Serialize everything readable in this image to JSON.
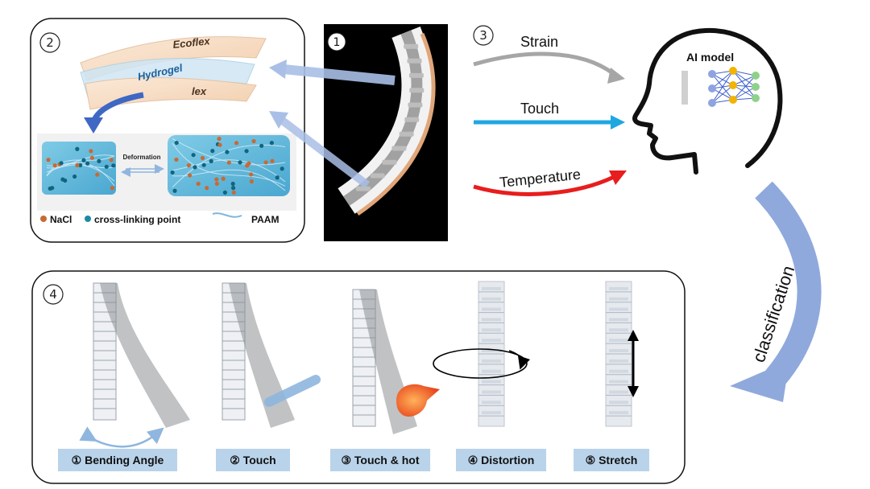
{
  "panel1": {
    "number": "1"
  },
  "panel2": {
    "number": "2",
    "layers": {
      "top": "Ecoflex",
      "middle": "Hydrogel",
      "bottom_fragment": "lex"
    },
    "deformation_label": "Deformation",
    "legend": {
      "nacl": "NaCl",
      "crosslink": "cross-linking point",
      "paam": "PAAM"
    }
  },
  "panel3": {
    "number": "3",
    "signals": [
      {
        "label": "Strain",
        "color": "#a6a6a6"
      },
      {
        "label": "Touch",
        "color": "#1ea7e1"
      },
      {
        "label": "Temperature",
        "color": "#e81d1d"
      }
    ],
    "ai_model": "AI model"
  },
  "classification_label": "classification",
  "panel4": {
    "number": "4",
    "modes": [
      {
        "label": "① Bending Angle"
      },
      {
        "label": "② Touch"
      },
      {
        "label": "③ Touch & hot"
      },
      {
        "label": "④ Distortion"
      },
      {
        "label": "⑤ Stretch"
      }
    ]
  },
  "colors": {
    "arrow_blue": "#8fa9dc",
    "label_bg": "#b9d3ea",
    "photo_bg": "#000000"
  }
}
